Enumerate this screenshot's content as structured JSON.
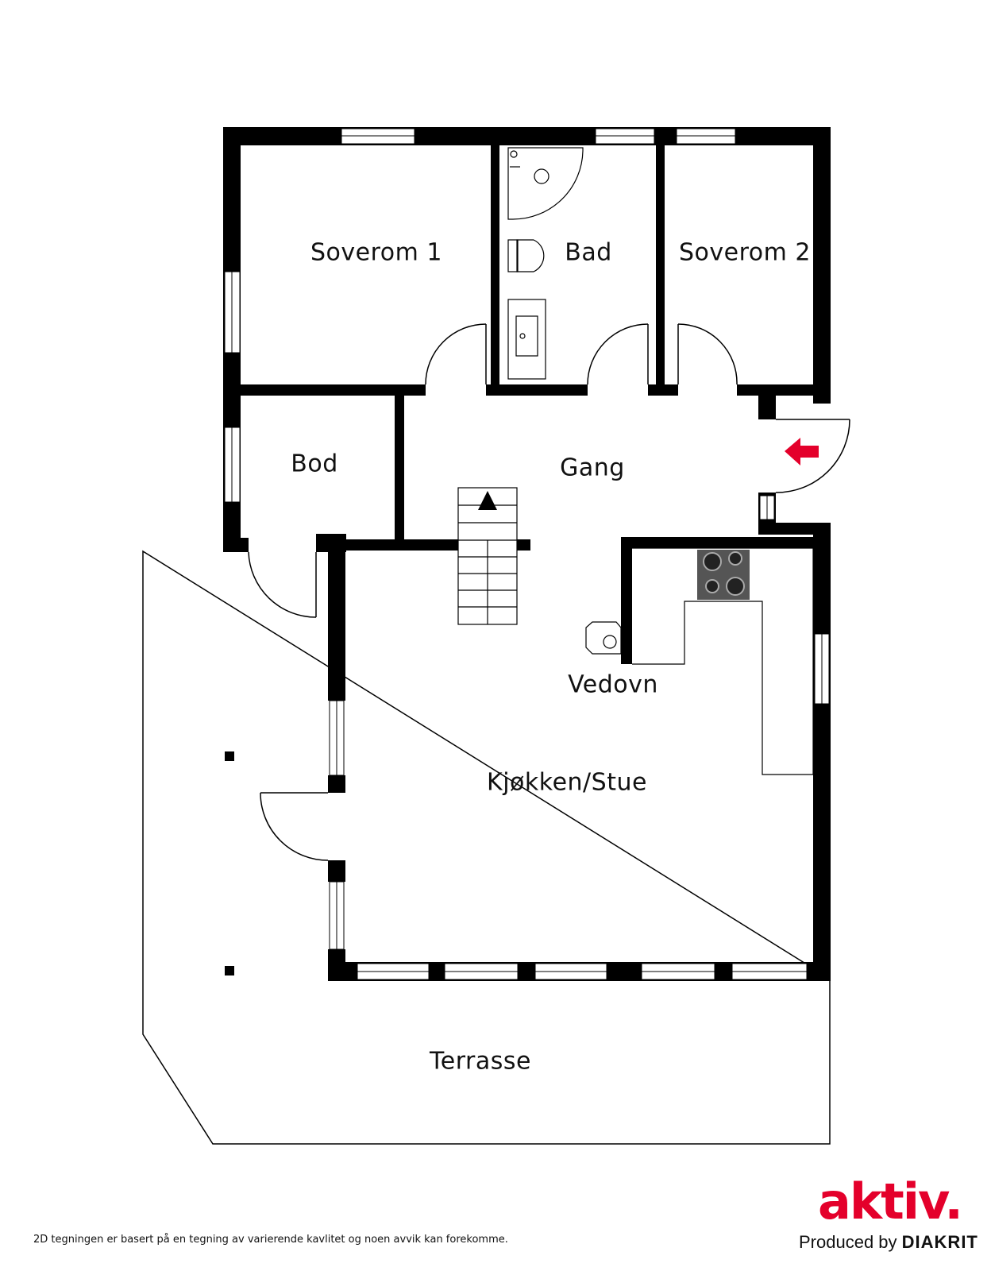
{
  "rooms": {
    "soverom1": "Soverom 1",
    "bad": "Bad",
    "soverom2": "Soverom 2",
    "bod": "Bod",
    "gang": "Gang",
    "vedovn": "Vedovn",
    "kjokken_stue": "Kjøkken/Stue",
    "terrasse": "Terrasse"
  },
  "footer": {
    "disclaimer": "2D tegningen er basert på en tegning av varierende kavlitet og noen avvik kan forekomme.",
    "brand": "aktiv.",
    "produced_by_prefix": "Produced by",
    "produced_by_brand": "DIAKRIT"
  },
  "colors": {
    "wall": "#000000",
    "entrance_arrow": "#e4002b",
    "brand": "#e4002b",
    "stove": "#555555"
  },
  "icons": {
    "entrance": "arrow-left-icon",
    "stairs": "arrow-up-icon"
  }
}
